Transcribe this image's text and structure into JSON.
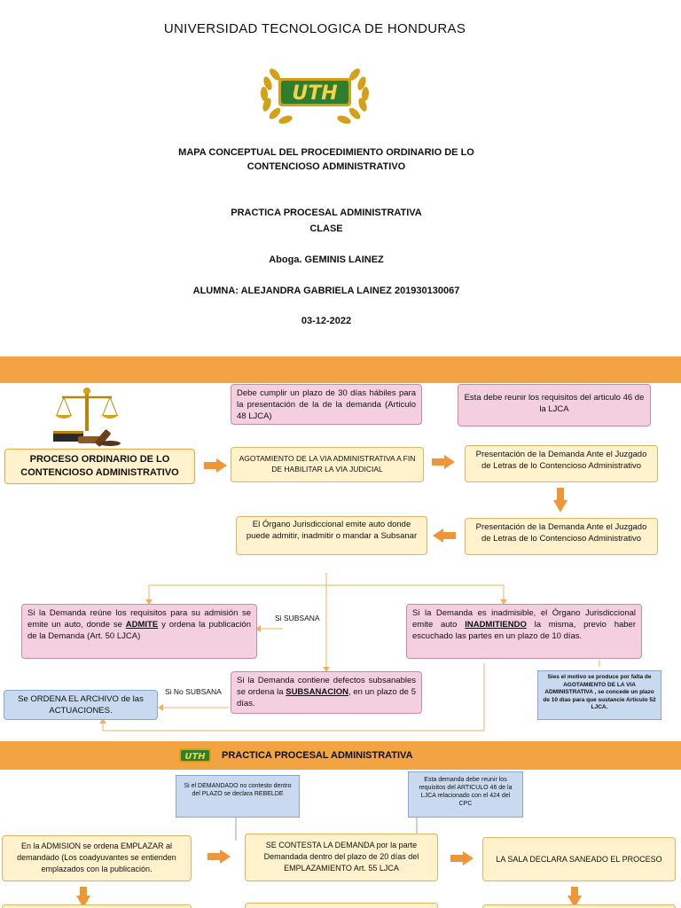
{
  "header": {
    "university": "UNIVERSIDAD TECNOLOGICA DE HONDURAS",
    "logo_text": "UTH",
    "map_title_line1": "MAPA CONCEPTUAL DEL PROCEDIMIENTO ORDINARIO DE LO",
    "map_title_line2": "CONTENCIOSO ADMINISTRATIVO",
    "course_line1": "PRACTICA PROCESAL ADMINISTRATIVA",
    "course_line2": "CLASE",
    "teacher": "Aboga. GEMINIS LAINEZ",
    "student": "ALUMNA: ALEJANDRA GABRIELA LAINEZ 201930130067",
    "date": "03-12-2022"
  },
  "map1": {
    "main_title": "PROCESO ORDINARIO DE LO CONTENCIOSO ADMINISTRATIVO",
    "plazo_note": "Debe cumplir un plazo de 30 días hábiles para la presentación de la de la demanda (Articulo 48 LJCA)",
    "agotamiento": "AGOTAMIENTO DE LA VIA ADMINISTRATIVA A FIN DE HABILITAR LA VIA JUDICIAL",
    "requisitos_note": "Esta debe reunir los requisitos del articulo 46 de la LJCA",
    "presentacion_1": "Presentación de la Demanda Ante el Juzgado de Letras de lo Contencioso Administrativo",
    "presentacion_2": "Presentación de la Demanda Ante el Juzgado de Letras de lo Contencioso Administrativo",
    "organo": "El Órgano Jurisdiccional emite auto donde puede admitir, inadmitir o mandar a Subsanar",
    "admite_pre": "Si la Demanda reúne los requisitos para su admisión se emite un auto, donde se ",
    "admite_word": "ADMITE",
    "admite_post": " y ordena la publicación de la Demanda (Art. 50 LJCA)",
    "si_subsana": "Si SUBSANA",
    "inadmite_pre": "Si la Demanda es inadmisible, el Órgano Jurisdiccional emite auto ",
    "inadmite_word": "INADMITIENDO",
    "inadmite_post": " la misma, previo haber escuchado las partes en un plazo de 10 días.",
    "motivo_note": "Sies el motivo se produce por falta de AGOTAMIENTO DE LA VIA ADMINISTRATIVA , se concede un plazo de 10 días para que sustancie Articulo 52 LJCA.",
    "subsana_pre": "Si la Demanda contiene defectos subsanables se ordena la ",
    "subsana_word": "SUBSANACION",
    "subsana_post": ", en un plazo de 5 días.",
    "si_no_subsana": "Si No SUBSANA",
    "archivo": "Se ORDENA EL ARCHIVO de las ACTUACIONES."
  },
  "map2": {
    "bar_title": "PRACTICA PROCESAL ADMINISTRATIVA",
    "rebelde_note": "Si el DEMANDADO no contesto dentro del PLAZO se declara REBELDE",
    "requisitos_note": "Esta demanda debe reunir los requisitos del ARTICULO 46 de la LJCA relacionado con el 424 del CPC",
    "admision": "En la ADMISION se ordena EMPLAZAR al demandado (Los coadyuvantes se entienden emplazados con la publicación.",
    "contesta": "SE CONTESTA LA DEMANDA por la parte Demandada dentro del plazo de 20 días del EMPLAZAMIENTO Art. 55 LJCA",
    "saneado": "LA SALA DECLARA SANEADO EL PROCESO"
  },
  "colors": {
    "orange_bar": "#f4a342",
    "arrow": "#f0963a",
    "box_yellow": "#fff2cc",
    "box_pink": "#f4cfe0",
    "box_blue": "#c9daf0",
    "logo_green": "#2f7d2f",
    "logo_gold": "#d4a017"
  }
}
